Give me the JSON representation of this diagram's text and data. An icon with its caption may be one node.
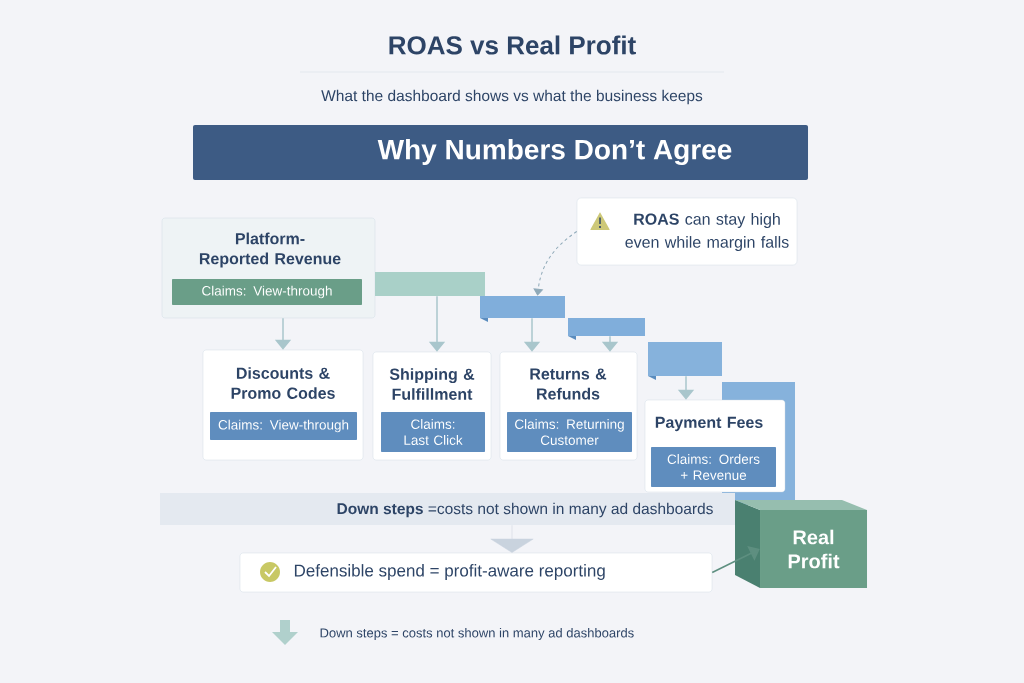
{
  "diagram": {
    "title": "ROAS vs Real Profit",
    "nodes": [
      {
        "text": [
          "Why Numbers Don’t Agree"
        ]
      },
      {
        "text": [
          "Platform-Reported Revenue",
          "Claims: View-through"
        ]
      },
      {
        "text": [
          "**ROAS** can stay high even while margin falls"
        ]
      },
      {
        "text": [],
        "shape": "bar"
      },
      {
        "text": [],
        "shape": "bar"
      },
      {
        "text": [],
        "shape": "bar"
      },
      {
        "text": [],
        "shape": "bar"
      },
      {
        "text": [],
        "shape": "bar"
      },
      {
        "text": [
          "Discounts & Promo Codes",
          "Claims: View-through"
        ]
      },
      {
        "text": [
          "Shipping & Fulfillment",
          "Claims: Last Click"
        ]
      },
      {
        "text": [
          "Returns & Refunds",
          "Claims: Returning Customer"
        ]
      },
      {
        "text": [
          "Payment Fees",
          "Claims: Orders + Revenue"
        ]
      },
      {
        "text": [
          "**Down steps** =costs not shown in many ad dashboards"
        ]
      },
      {
        "text": [
          "Real Profit"
        ]
      },
      {
        "text": [
          "Defensible spend = profit-aware reporting"
        ]
      }
    ],
    "edges": [
      {
        "from": 1,
        "to": 8,
        "arrow": "to"
      },
      {
        "from": 3,
        "to": 9,
        "arrow": "to"
      },
      {
        "from": 4,
        "to": 10,
        "arrow": "to"
      },
      {
        "from": 5,
        "to": 10,
        "arrow": "to"
      },
      {
        "from": 6,
        "to": 11,
        "arrow": "to"
      },
      {
        "from": 2,
        "to": 4,
        "arrow": "to",
        "style": "dashed",
        "color": "#8fa9b8"
      },
      {
        "from": 12,
        "to": 14,
        "arrow": "to",
        "color": "#c9d3de"
      },
      {
        "from": 14,
        "to": 13,
        "arrow": "to",
        "color": "#5e8f80"
      }
    ],
    "labels": [
      "What the dashboard shows vs what the business keeps"
    ],
    "legend": [
      {
        "text": "Down steps = costs not shown in many ad dashboards"
      }
    ]
  }
}
